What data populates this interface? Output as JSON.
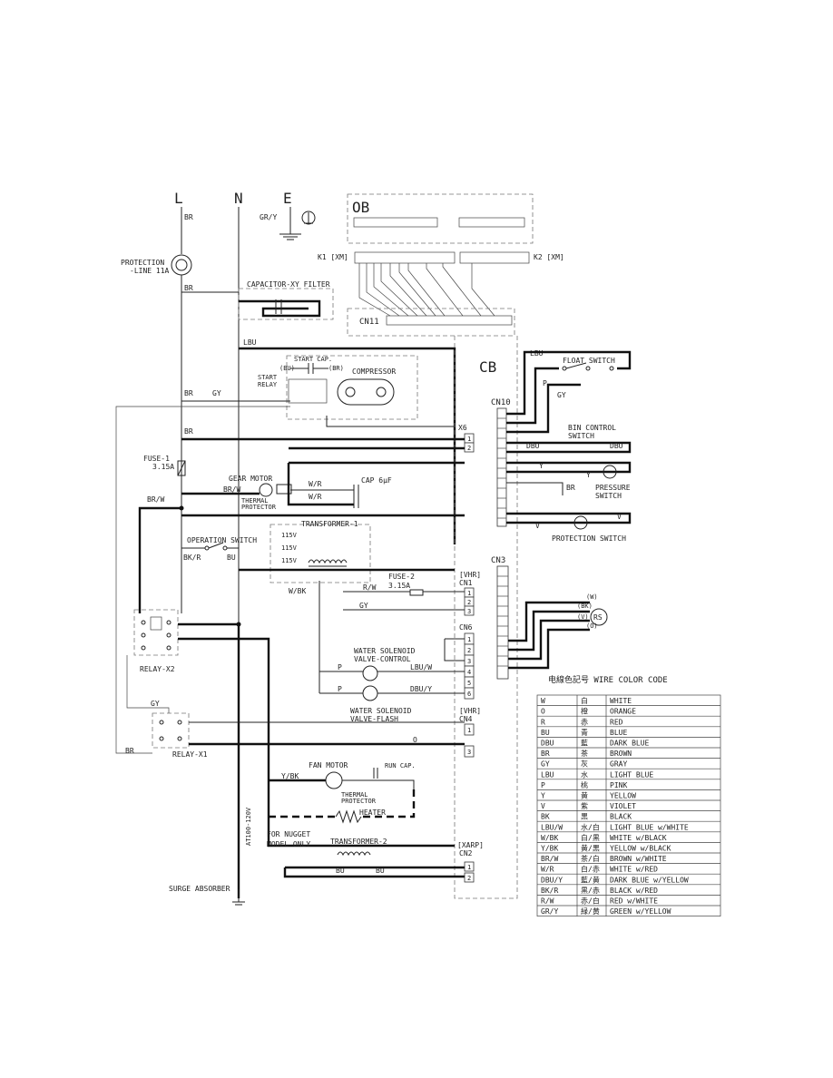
{
  "buses": {
    "l": "L",
    "n": "N",
    "e": "E"
  },
  "labels": {
    "br_l": "BR",
    "gry": "GR/Y",
    "ob": "OB",
    "cb": "CB",
    "k1": "K1 [XM]",
    "k2": "K2 [XM]",
    "cn11": "CN11",
    "protection": "PROTECTION",
    "line11a": "-LINE 11A",
    "br2": "BR",
    "capxy": "CAPACITOR-XY FILTER",
    "lbu": "LBU",
    "startcap": "START CAP.",
    "bu_c": "(BU)",
    "br_c": "(BR)",
    "startrelay": "START",
    "relay": "RELAY",
    "compressor": "COMPRESSOR",
    "br3": "BR",
    "gy1": "GY",
    "br4": "BR",
    "x6": "X6",
    "fuse1": "FUSE-1",
    "fuse1v": "3.15A",
    "gearmotor": "GEAR MOTOR",
    "brw_g": "BR/W",
    "wr1": "W/R",
    "wr2": "W/R",
    "thermal1": "THERMAL",
    "protector1": "PROTECTOR",
    "cap6": "CAP 6µF",
    "brw_l": "BR/W",
    "opswitch": "OPERATION SWITCH",
    "bkr": "BK/R",
    "bu1": "BU",
    "transformer1": "TRANSFORMER-1",
    "v115a": "115V",
    "v115b": "115V",
    "v115c": "115V",
    "fuse2": "FUSE-2",
    "fuse2v": "3.15A",
    "rw": "R/W",
    "gy2": "GY",
    "wbk": "W/BK",
    "vhr1": "[VHR]",
    "cn1": "CN1",
    "cn6": "CN6",
    "cn3": "CN3",
    "cn10": "CN10",
    "cn4": "CN4",
    "vhr2": "[VHR]",
    "xarp": "[XARP]",
    "cn2": "CN2",
    "relayx2": "RELAY-X2",
    "relayx1": "RELAY-X1",
    "gy3": "GY",
    "br5": "BR",
    "wsv1a": "WATER SOLENOID",
    "wsv1b": "VALVE-CONTROL",
    "lbuw": "LBU/W",
    "p1": "P",
    "wsv2a": "WATER SOLENOID",
    "wsv2b": "VALVE-FLASH",
    "dbuy": "DBU/Y",
    "p2": "P",
    "o1": "O",
    "fanmotor": "FAN MOTOR",
    "ybk": "Y/BK",
    "runcap": "RUN CAP.",
    "thermal2": "THERMAL",
    "protector2": "PROTECTOR",
    "heater": "HEATER",
    "nugget1": "FOR NUGGET",
    "nugget2": "MODEL ONLY",
    "transformer2": "TRANSFORMER-2",
    "bu_t1": "BU",
    "bu_t2": "BU",
    "surge": "SURGE ABSORBER",
    "float": "FLOAT SWITCH",
    "lbu_f": "LBU",
    "p_f": "P",
    "gy_f": "GY",
    "bincontrol1": "BIN CONTROL",
    "bincontrol2": "SWITCH",
    "dbu1": "DBU",
    "dbu2": "DBU",
    "y1": "Y",
    "y2": "Y",
    "br6": "BR",
    "pressure1": "PRESSURE",
    "pressure2": "SWITCH",
    "v1": "V",
    "v2": "V",
    "protswitch": "PROTECTION SWITCH",
    "w_rs": "(W)",
    "bk_rs": "(BK)",
    "v_rs": "(V)",
    "o_rs": "(O)",
    "rs": "RS",
    "vert_note": "AT100-120V"
  },
  "color_code": {
    "title": "电線色記号 WIRE COLOR CODE",
    "rows": [
      [
        "W",
        "白",
        "WHITE"
      ],
      [
        "O",
        "橙",
        "ORANGE"
      ],
      [
        "R",
        "赤",
        "RED"
      ],
      [
        "BU",
        "青",
        "BLUE"
      ],
      [
        "DBU",
        "藍",
        "DARK BLUE"
      ],
      [
        "BR",
        "茶",
        "BROWN"
      ],
      [
        "GY",
        "灰",
        "GRAY"
      ],
      [
        "LBU",
        "水",
        "LIGHT BLUE"
      ],
      [
        "P",
        "桃",
        "PINK"
      ],
      [
        "Y",
        "黄",
        "YELLOW"
      ],
      [
        "V",
        "紫",
        "VIOLET"
      ],
      [
        "BK",
        "黒",
        "BLACK"
      ],
      [
        "LBU/W",
        "水/白",
        "LIGHT BLUE w/WHITE"
      ],
      [
        "W/BK",
        "白/黒",
        "WHITE w/BLACK"
      ],
      [
        "Y/BK",
        "黄/黒",
        "YELLOW w/BLACK"
      ],
      [
        "BR/W",
        "茶/白",
        "BROWN w/WHITE"
      ],
      [
        "W/R",
        "白/赤",
        "WHITE w/RED"
      ],
      [
        "DBU/Y",
        "藍/黄",
        "DARK BLUE w/YELLOW"
      ],
      [
        "BK/R",
        "黒/赤",
        "BLACK w/RED"
      ],
      [
        "R/W",
        "赤/白",
        "RED w/WHITE"
      ],
      [
        "GR/Y",
        "緑/黄",
        "GREEN w/YELLOW"
      ]
    ]
  }
}
